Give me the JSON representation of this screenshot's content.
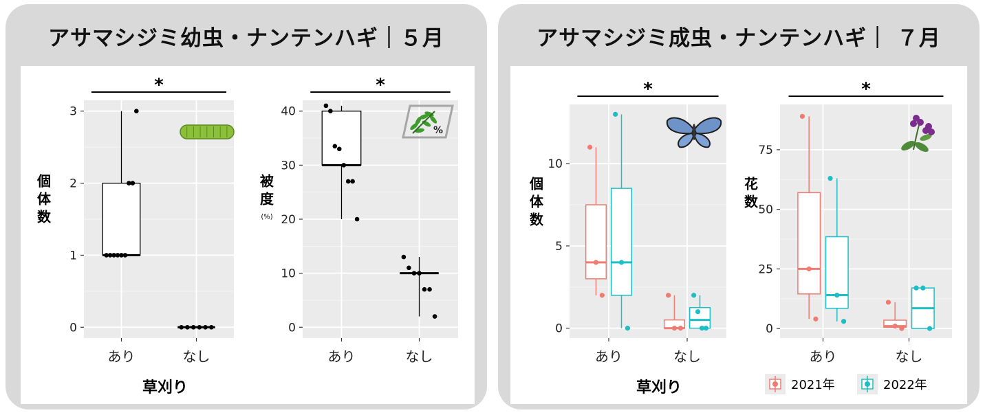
{
  "panels": [
    {
      "title": "アサマシジミ幼虫・ナンテンハギ｜５月",
      "xlabel": "草刈り",
      "charts": [
        {
          "type": "box",
          "ylabel": [
            "個",
            "体",
            "数"
          ],
          "categories": [
            "あり",
            "なし"
          ],
          "yticks": [
            0,
            1,
            2,
            3
          ],
          "ylim": [
            -0.15,
            3.15
          ],
          "significance": "*",
          "icon": "caterpillar-icon",
          "boxes": [
            {
              "category": "あり",
              "min": 1,
              "q1": 1,
              "median": 1,
              "q3": 2,
              "max": 3,
              "points": [
                1,
                1,
                1,
                1,
                1,
                1,
                2,
                2,
                3
              ]
            },
            {
              "category": "なし",
              "min": 0,
              "q1": 0,
              "median": 0,
              "q3": 0,
              "max": 0,
              "points": [
                0,
                0,
                0,
                0,
                0,
                0
              ]
            }
          ]
        },
        {
          "type": "box",
          "ylabel": [
            "被",
            "度"
          ],
          "ylabel_unit": "(%)",
          "categories": [
            "あり",
            "なし"
          ],
          "yticks": [
            0,
            10,
            20,
            30,
            40
          ],
          "ylim": [
            -2,
            42
          ],
          "significance": "*",
          "icon": "cover-percent-icon",
          "icon_text": "%",
          "boxes": [
            {
              "category": "あり",
              "min": 20,
              "q1": 30,
              "median": 30,
              "q3": 40,
              "max": 41,
              "points": [
                41,
                40,
                33.5,
                33,
                30,
                27,
                27,
                20
              ]
            },
            {
              "category": "なし",
              "min": 2,
              "q1": 10,
              "median": 10,
              "q3": 10,
              "max": 13,
              "points": [
                13,
                11,
                10,
                10,
                7,
                7,
                2
              ]
            }
          ]
        }
      ]
    },
    {
      "title": "アサマシジミ成虫・ナンテンハギ｜ ７月",
      "xlabel": "草刈り",
      "charts": [
        {
          "type": "box",
          "ylabel": [
            "個",
            "体",
            "数"
          ],
          "categories": [
            "あり",
            "なし"
          ],
          "yticks": [
            0,
            5,
            10
          ],
          "ylim": [
            -0.6,
            13.6
          ],
          "significance": "*",
          "icon": "butterfly-icon",
          "series": [
            {
              "name": "2021年",
              "color": "#F07B72",
              "boxes": [
                {
                  "category": "あり",
                  "min": 2,
                  "q1": 3,
                  "median": 4,
                  "q3": 7.5,
                  "max": 11,
                  "points": [
                    11,
                    4,
                    2
                  ]
                },
                {
                  "category": "なし",
                  "min": 0,
                  "q1": 0,
                  "median": 0,
                  "q3": 0.5,
                  "max": 2,
                  "points": [
                    2,
                    0,
                    0
                  ]
                }
              ]
            },
            {
              "name": "2022年",
              "color": "#1DBFC4",
              "boxes": [
                {
                  "category": "あり",
                  "min": 0,
                  "q1": 2,
                  "median": 4,
                  "q3": 8.5,
                  "max": 13,
                  "points": [
                    13,
                    4,
                    0
                  ]
                },
                {
                  "category": "なし",
                  "min": 0,
                  "q1": 0,
                  "median": 0.5,
                  "q3": 1.25,
                  "max": 2,
                  "points": [
                    2,
                    1,
                    0,
                    0
                  ]
                }
              ]
            }
          ]
        },
        {
          "type": "box",
          "ylabel": [
            "花",
            "数"
          ],
          "categories": [
            "あり",
            "なし"
          ],
          "yticks": [
            0,
            25,
            50,
            75
          ],
          "ylim": [
            -4,
            94
          ],
          "significance": "*",
          "icon": "flower-icon",
          "series": [
            {
              "name": "2021年",
              "color": "#F07B72",
              "boxes": [
                {
                  "category": "あり",
                  "min": 4,
                  "q1": 14.5,
                  "median": 25,
                  "q3": 57,
                  "max": 89,
                  "points": [
                    89,
                    25,
                    4
                  ]
                },
                {
                  "category": "なし",
                  "min": 0,
                  "q1": 0.5,
                  "median": 1,
                  "q3": 3.5,
                  "max": 11,
                  "points": [
                    11,
                    1,
                    0
                  ]
                }
              ]
            },
            {
              "name": "2022年",
              "color": "#1DBFC4",
              "boxes": [
                {
                  "category": "あり",
                  "min": 3,
                  "q1": 8.5,
                  "median": 14,
                  "q3": 38.5,
                  "max": 63,
                  "points": [
                    63,
                    14,
                    3
                  ]
                },
                {
                  "category": "なし",
                  "min": 0,
                  "q1": 0,
                  "median": 8.5,
                  "q3": 17,
                  "max": 17,
                  "points": [
                    17,
                    17,
                    0
                  ]
                }
              ]
            }
          ]
        }
      ],
      "legend": [
        {
          "label": "2021年",
          "color": "#F07B72"
        },
        {
          "label": "2022年",
          "color": "#1DBFC4"
        }
      ]
    }
  ]
}
